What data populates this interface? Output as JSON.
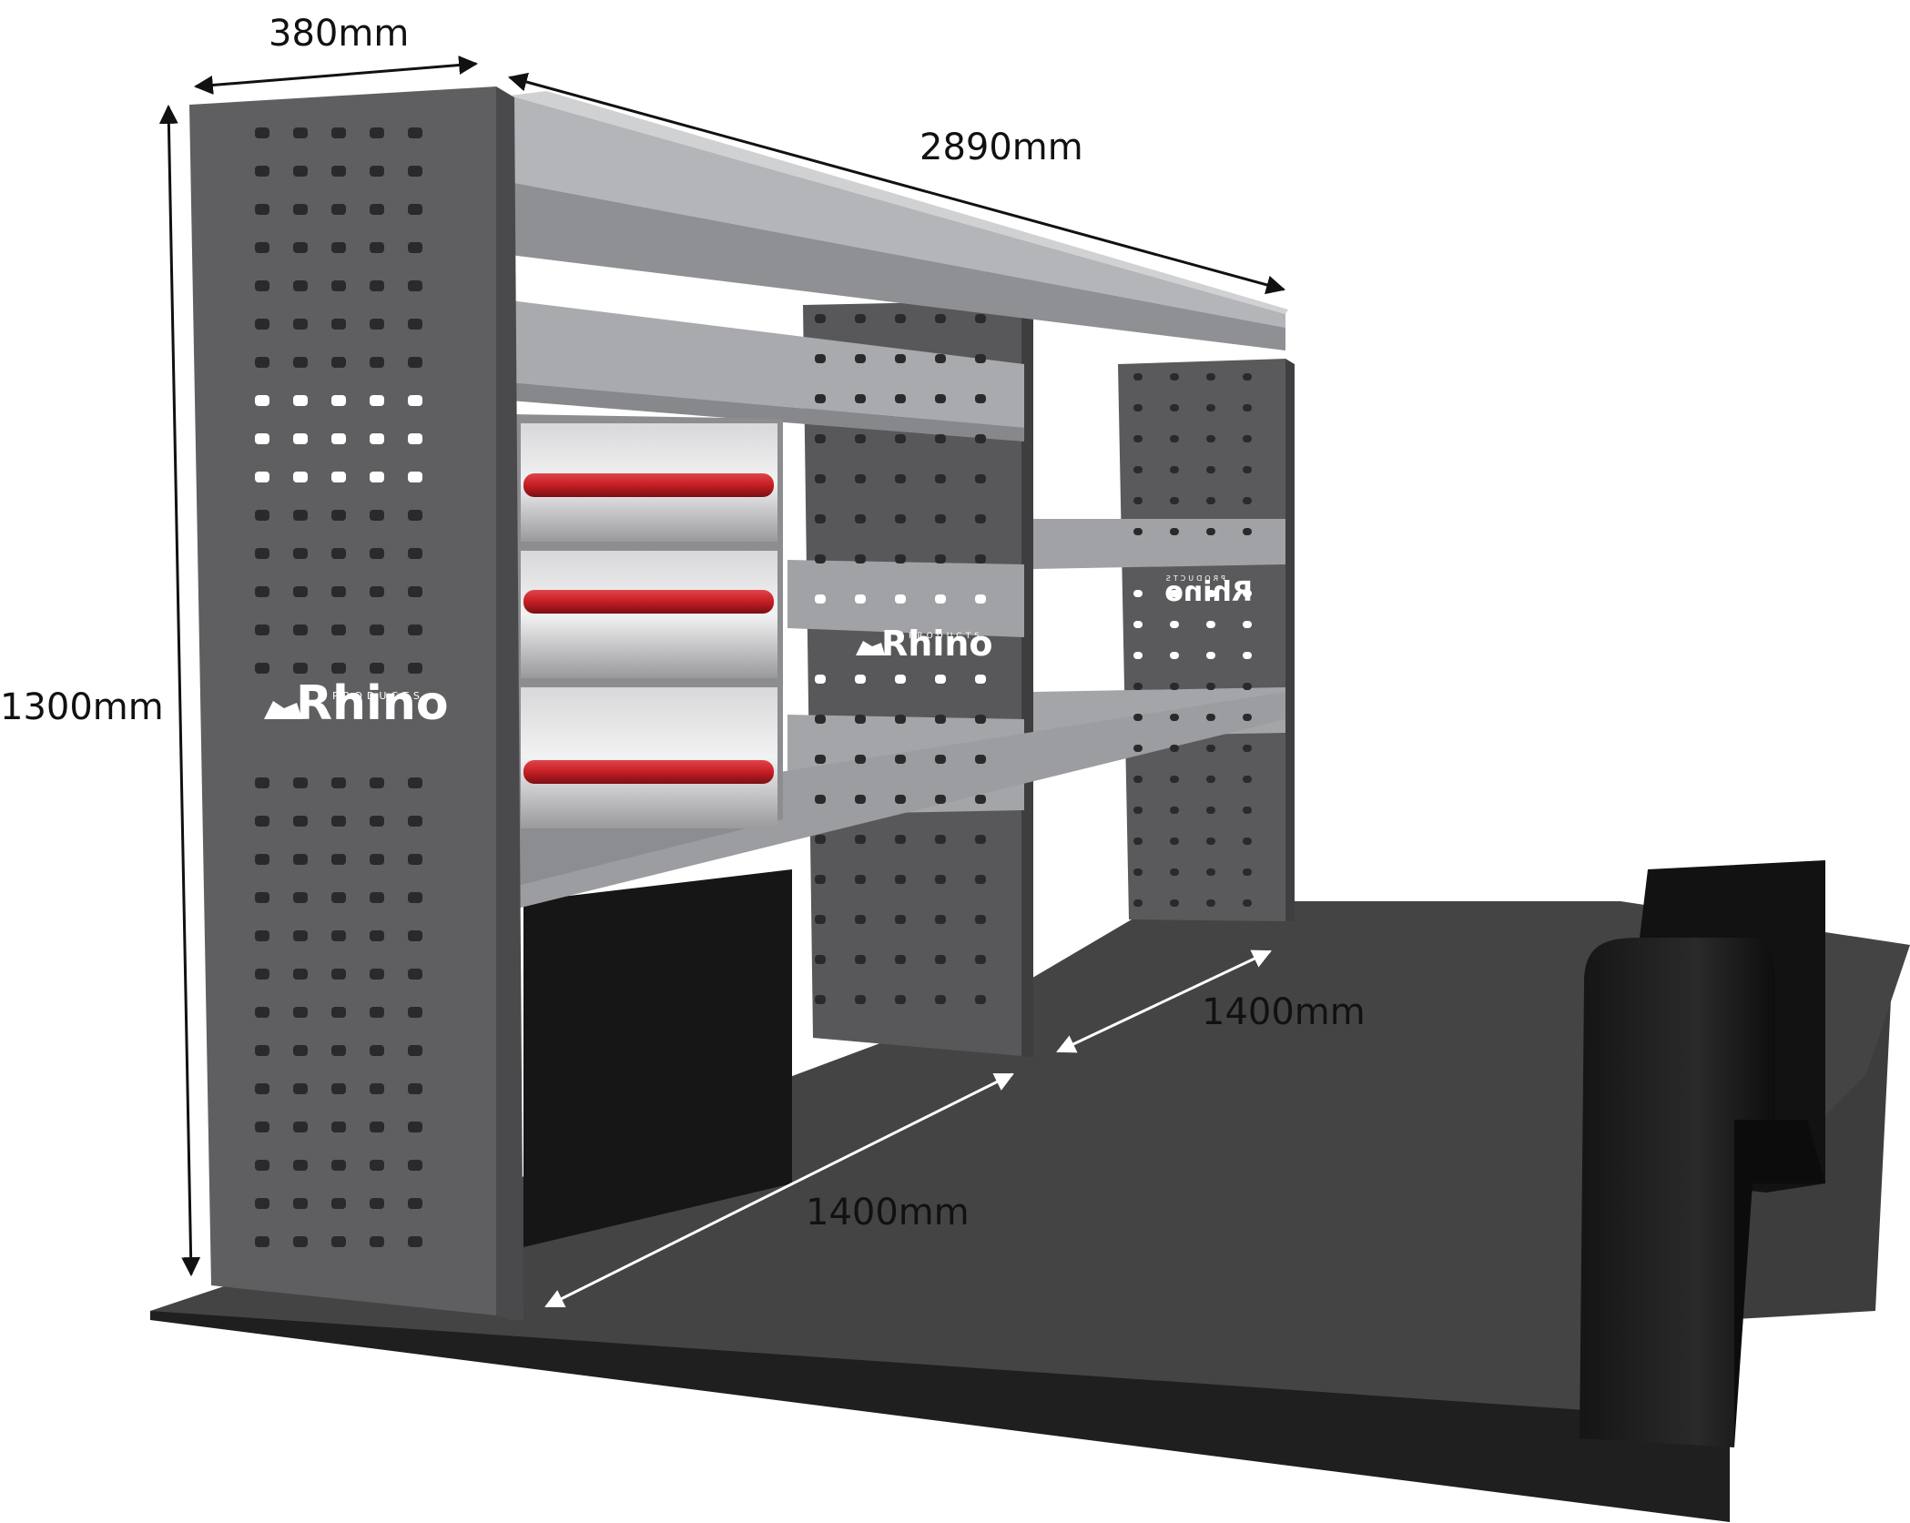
{
  "dimensions": {
    "depth": "380mm",
    "length": "2890mm",
    "height": "1300mm",
    "bay_front": "1400mm",
    "bay_rear": "1400mm"
  },
  "brand": {
    "name": "Rhino",
    "tagline": "PRODUCTS"
  },
  "colors": {
    "panel": "#5f5f62",
    "panel_edge": "#4a4a4d",
    "shelf": "#a7a8ab",
    "shelf_light": "#c3c4c7",
    "drawer_handle": "#c41e24",
    "floor": "#3d3d3d",
    "floor_edge": "#1f1f1f",
    "wheel_arch": "#1b1b1b"
  }
}
